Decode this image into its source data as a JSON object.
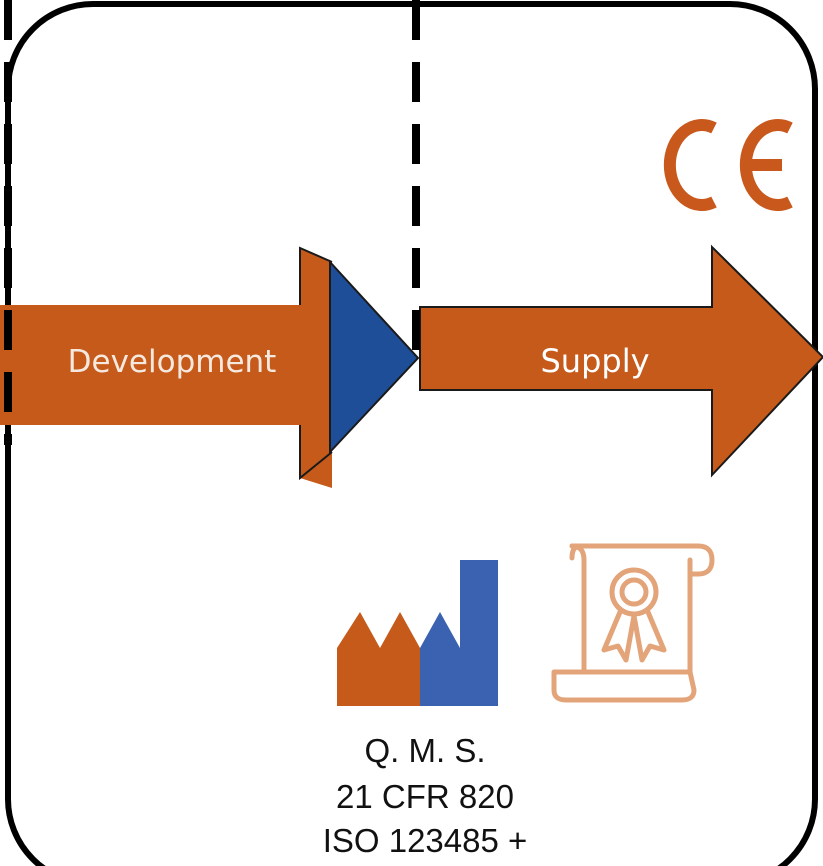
{
  "diagram": {
    "development_label": "Development",
    "supply_label": "Supply",
    "ce_mark": "CE",
    "qms": {
      "title": "Q.  M.  S.",
      "line2": "21 CFR 820",
      "line3": "ISO 123485 +"
    }
  },
  "icons": {
    "factory": "factory-icon",
    "certificate": "certificate-scroll-icon",
    "ce": "ce-mark-icon"
  },
  "colors": {
    "arrow_orange": "#C55A1A",
    "arrow_blue": "#1F4E99",
    "factory_blue": "#3A62B0",
    "certificate_peach": "#E3A47A",
    "ce_orange": "#C8581B",
    "border": "#000000"
  }
}
